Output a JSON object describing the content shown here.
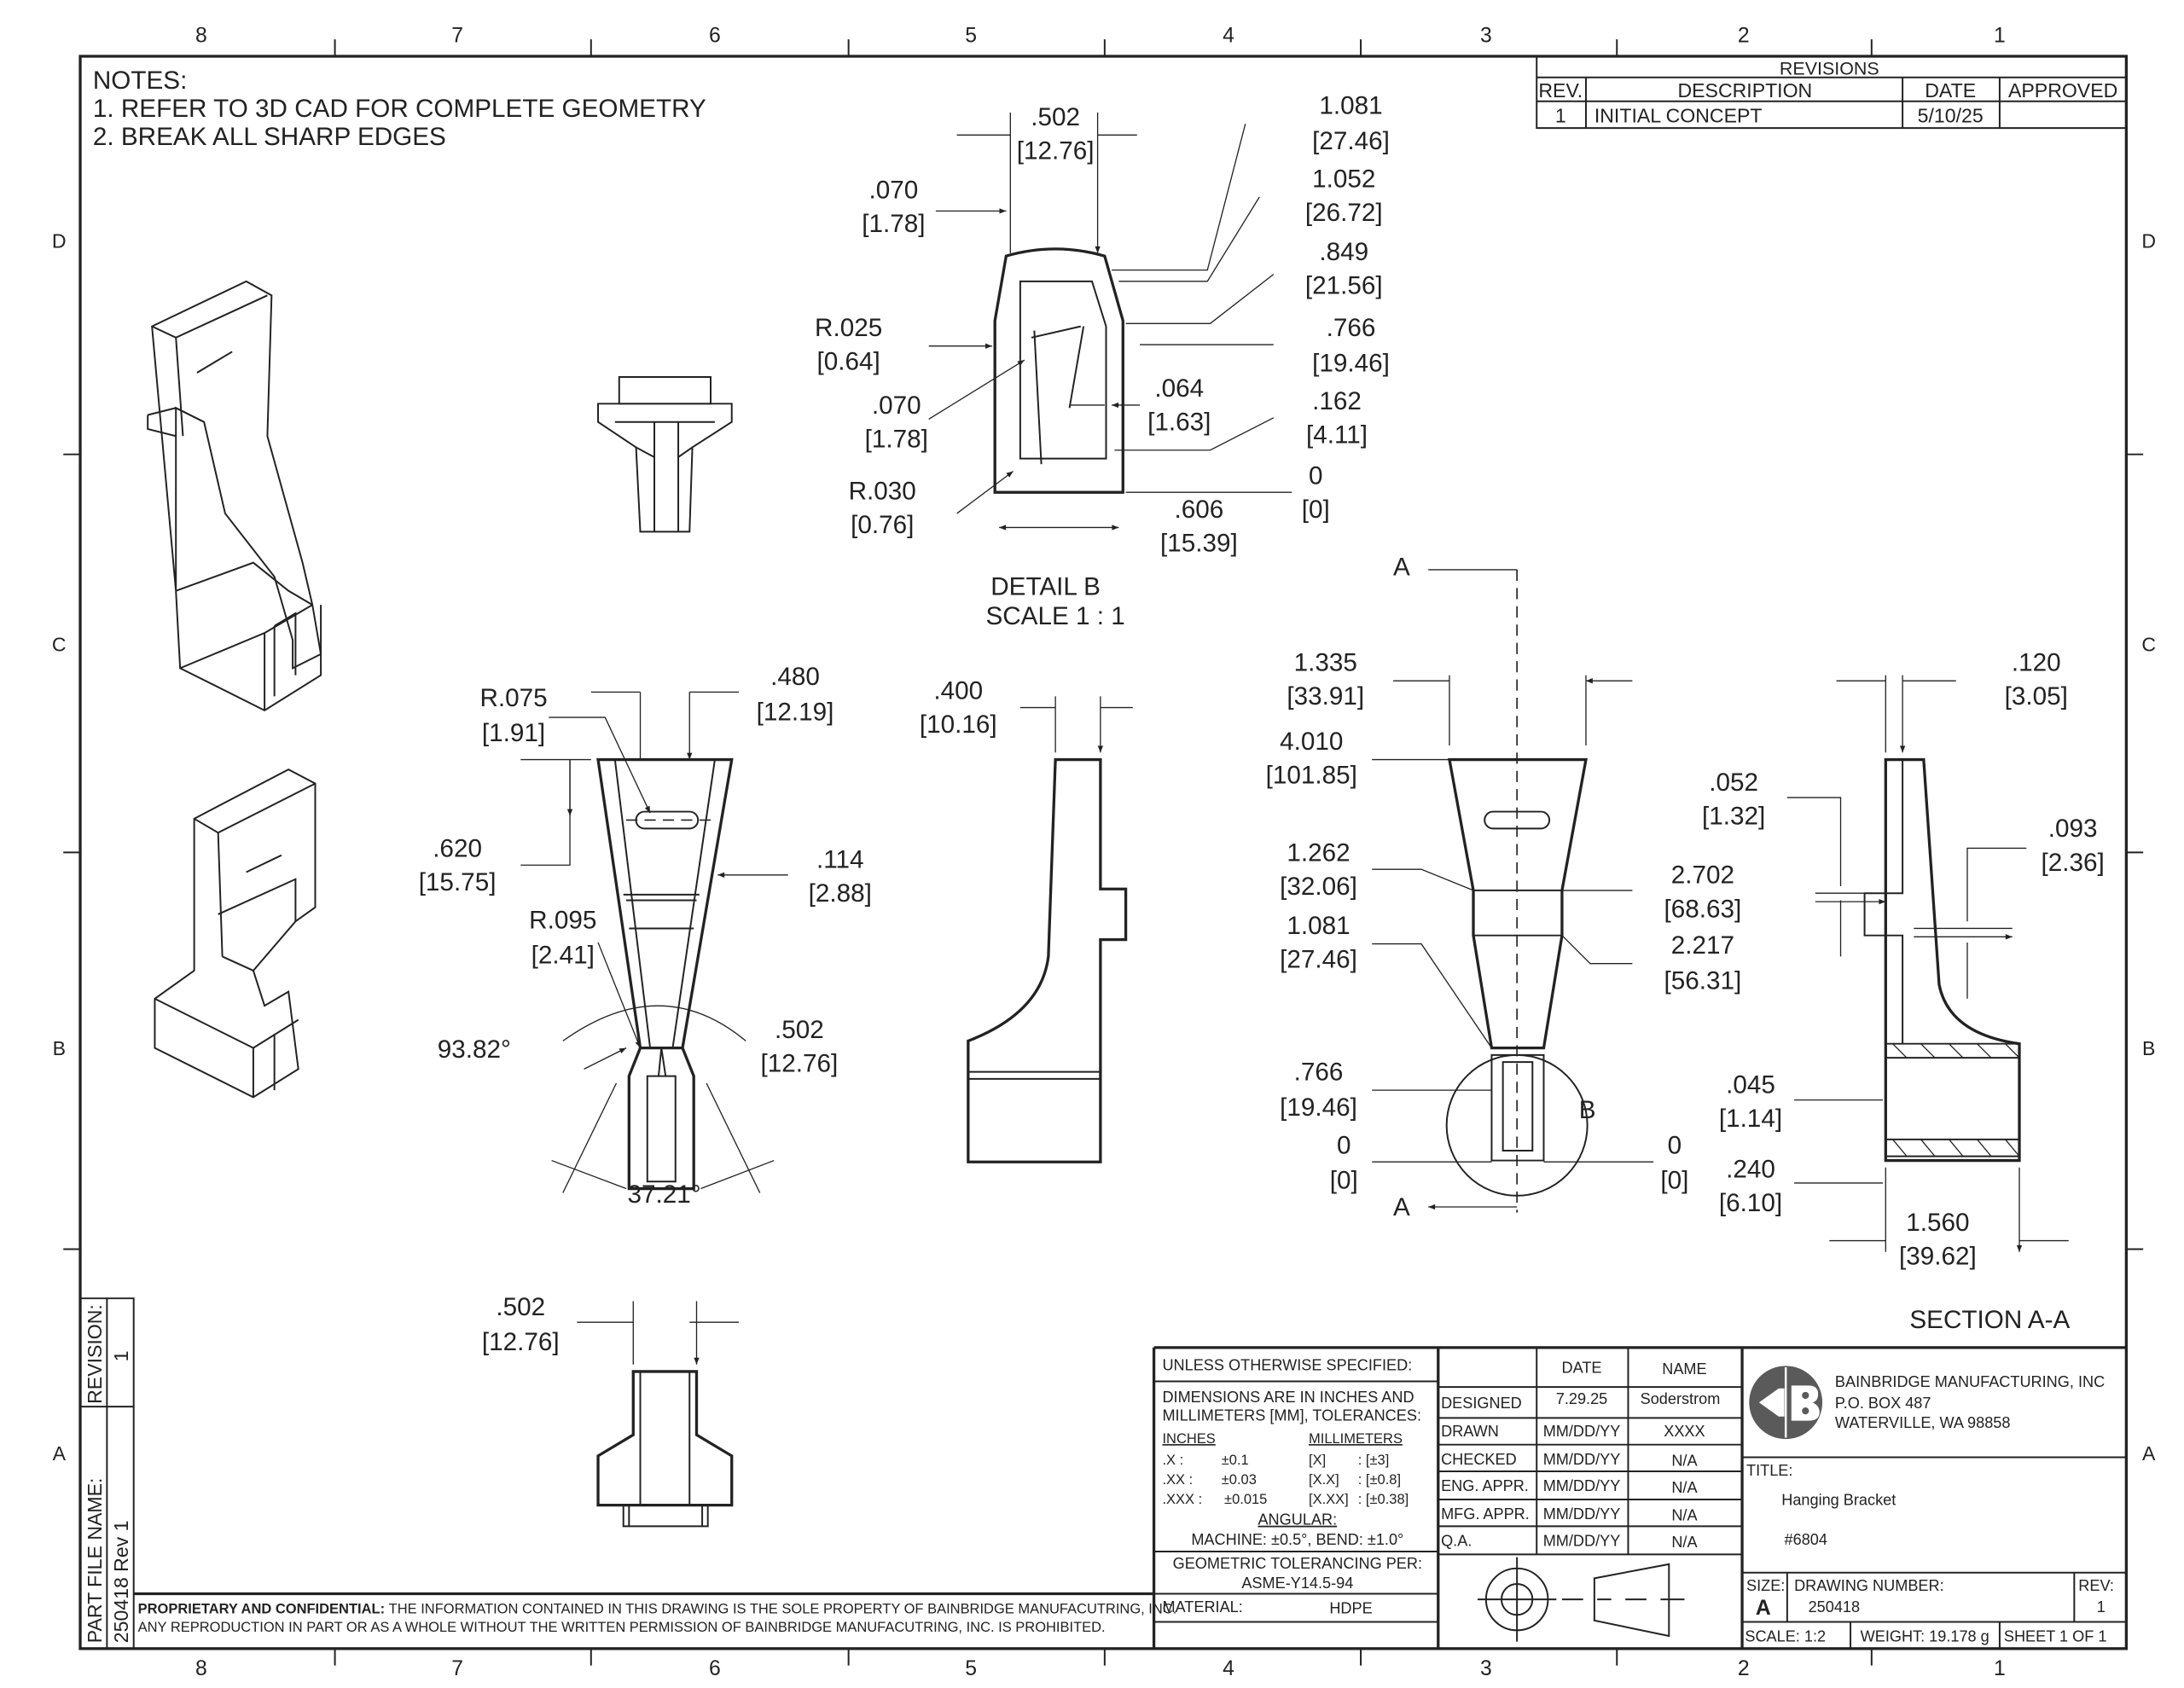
{
  "notes": {
    "title": "NOTES:",
    "items": [
      "1. REFER TO 3D CAD FOR COMPLETE GEOMETRY",
      "2. BREAK ALL SHARP EDGES"
    ]
  },
  "zones": {
    "cols": [
      "8",
      "7",
      "6",
      "5",
      "4",
      "3",
      "2",
      "1"
    ],
    "rows": [
      "D",
      "C",
      "B",
      "A"
    ]
  },
  "revisions": {
    "title": "REVISIONS",
    "headers": [
      "REV.",
      "DESCRIPTION",
      "DATE",
      "APPROVED"
    ],
    "rows": [
      {
        "rev": "1",
        "description": "INITIAL CONCEPT",
        "date": "5/10/25",
        "approved": ""
      }
    ]
  },
  "detail_b": {
    "title": "DETAIL B",
    "scale": "SCALE 1 : 1",
    "dims": [
      {
        "in": ".502",
        "mm": "[12.76]"
      },
      {
        "in": ".070",
        "mm": "[1.78]"
      },
      {
        "in": "1.081",
        "mm": "[27.46]"
      },
      {
        "in": "1.052",
        "mm": "[26.72]"
      },
      {
        "in": ".849",
        "mm": "[21.56]"
      },
      {
        "in": ".766",
        "mm": "[19.46]"
      },
      {
        "in": ".162",
        "mm": "[4.11]"
      },
      {
        "in": "0",
        "mm": "[0]"
      },
      {
        "in": "R.025",
        "mm": "[0.64]"
      },
      {
        "in": ".070",
        "mm": "[1.78]"
      },
      {
        "in": ".064",
        "mm": "[1.63]"
      },
      {
        "in": "R.030",
        "mm": "[0.76]"
      },
      {
        "in": ".606",
        "mm": "[15.39]"
      }
    ]
  },
  "front_view": {
    "dims": [
      {
        "in": "R.075",
        "mm": "[1.91]"
      },
      {
        "in": ".480",
        "mm": "[12.19]"
      },
      {
        "in": ".620",
        "mm": "[15.75]"
      },
      {
        "in": ".114",
        "mm": "[2.88]"
      },
      {
        "in": "R.095",
        "mm": "[2.41]"
      },
      {
        "in": ".502",
        "mm": "[12.76]"
      }
    ],
    "angles": [
      "93.82°",
      "37.21°"
    ]
  },
  "side_view": {
    "dims": [
      {
        "in": ".400",
        "mm": "[10.16]"
      }
    ]
  },
  "section_view": {
    "cut_label": "A",
    "detail_label": "B",
    "dims": [
      {
        "in": "1.335",
        "mm": "[33.91]"
      },
      {
        "in": "4.010",
        "mm": "[101.85]"
      },
      {
        "in": "1.262",
        "mm": "[32.06]"
      },
      {
        "in": "2.702",
        "mm": "[68.63]"
      },
      {
        "in": "1.081",
        "mm": "[27.46]"
      },
      {
        "in": "2.217",
        "mm": "[56.31]"
      },
      {
        "in": ".766",
        "mm": "[19.46]"
      },
      {
        "in": "0",
        "mm": "[0]"
      },
      {
        "in": "0",
        "mm": "[0]"
      }
    ]
  },
  "section_aa": {
    "title": "SECTION A-A",
    "dims": [
      {
        "in": ".120",
        "mm": "[3.05]"
      },
      {
        "in": ".052",
        "mm": "[1.32]"
      },
      {
        "in": ".093",
        "mm": "[2.36]"
      },
      {
        "in": ".045",
        "mm": "[1.14]"
      },
      {
        "in": ".240",
        "mm": "[6.10]"
      },
      {
        "in": "1.560",
        "mm": "[39.62]"
      }
    ]
  },
  "bottom_view": {
    "dims": [
      {
        "in": ".502",
        "mm": "[12.76]"
      }
    ]
  },
  "side_strip": {
    "revision_label": "REVISION:",
    "revision": "1",
    "file_label": "PART FILE NAME:",
    "file_name": "250418 Rev 1"
  },
  "proprietary": {
    "bold": "PROPRIETARY AND CONFIDENTIAL:",
    "line1": "THE INFORMATION CONTAINED IN THIS DRAWING IS THE SOLE PROPERTY OF BAINBRIDGE MANUFACUTRING, INC.",
    "line2": "ANY REPRODUCTION IN PART OR AS A WHOLE WITHOUT THE WRITTEN PERMISSION OF BAINBRIDGE MANUFACUTRING, INC. IS PROHIBITED."
  },
  "title_block": {
    "unless": "UNLESS OTHERWISE SPECIFIED:",
    "dims_line1": "DIMENSIONS ARE IN INCHES AND",
    "dims_line2": "MILLIMETERS [MM], TOLERANCES:",
    "inches_label": "INCHES",
    "mm_label": "MILLIMETERS",
    "tolerances": [
      {
        "in": ".X :",
        "in_tol": "±0.1",
        "mm": "[X]",
        "mm_tol": ": [±3]"
      },
      {
        "in": ".XX :",
        "in_tol": "±0.03",
        "mm": "[X.X]",
        "mm_tol": ": [±0.8]"
      },
      {
        "in": ".XXX :",
        "in_tol": "±0.015",
        "mm": "[X.XX]",
        "mm_tol": ": [±0.38]"
      }
    ],
    "angular_label": "ANGULAR:",
    "angular": "MACHINE: ±0.5°, BEND: ±1.0°",
    "geo_label": "GEOMETRIC TOLERANCING PER:",
    "geo_std": "ASME-Y14.5-94",
    "material_label": "MATERIAL:",
    "material": "HDPE",
    "signoff_headers": [
      "DATE",
      "NAME"
    ],
    "signoffs": [
      {
        "role": "DESIGNED",
        "date": "7.29.25",
        "name": "Soderstrom"
      },
      {
        "role": "DRAWN",
        "date": "MM/DD/YY",
        "name": "XXXX"
      },
      {
        "role": "CHECKED",
        "date": "MM/DD/YY",
        "name": "N/A"
      },
      {
        "role": "ENG. APPR.",
        "date": "MM/DD/YY",
        "name": "N/A"
      },
      {
        "role": "MFG. APPR.",
        "date": "MM/DD/YY",
        "name": "N/A"
      },
      {
        "role": "Q.A.",
        "date": "MM/DD/YY",
        "name": "N/A"
      }
    ],
    "company": {
      "name": "BAINBRIDGE MANUFACTURING, INC",
      "address1": "P.O. BOX 487",
      "address2": "WATERVILLE, WA 98858",
      "logo_text": "CB",
      "logo_color": "#5a5a5a"
    },
    "title_label": "TITLE:",
    "title": "Hanging Bracket",
    "part_no": "#6804",
    "size_label": "SIZE:",
    "size": "A",
    "drawing_number_label": "DRAWING NUMBER:",
    "drawing_number": "250418",
    "rev_label": "REV:",
    "rev": "1",
    "scale": "SCALE: 1:2",
    "weight": "WEIGHT: 19.178 g",
    "sheet": "SHEET 1 OF 1"
  }
}
